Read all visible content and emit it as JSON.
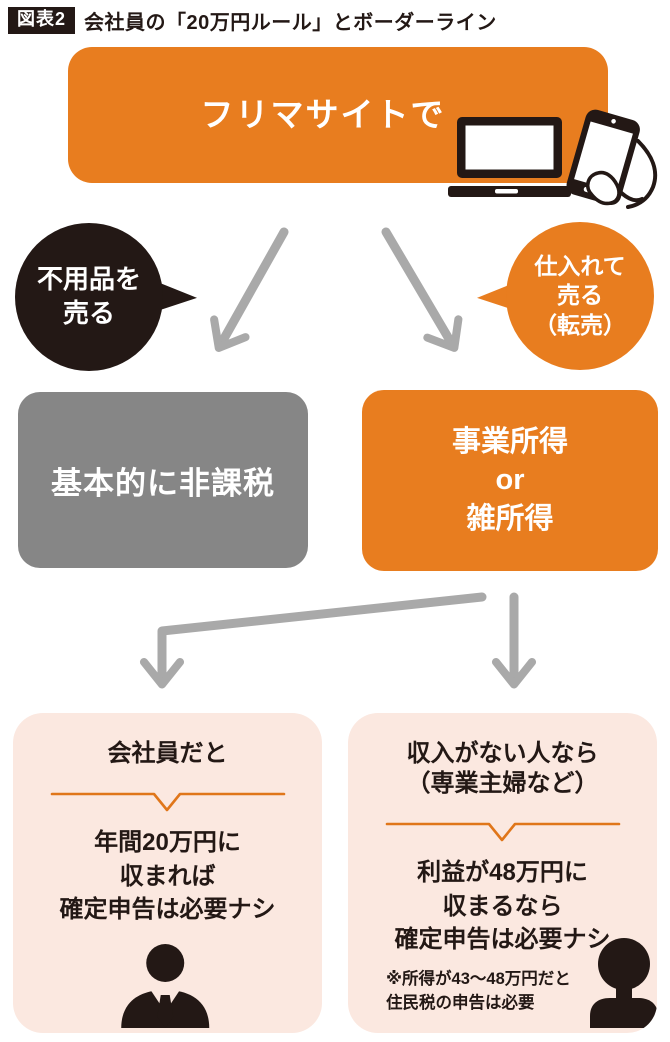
{
  "header": {
    "figure_label": "図表2",
    "title": "会社員の「20万円ルール」とボーダーライン"
  },
  "source": {
    "label": "フリマサイトで",
    "icons": [
      "laptop-icon",
      "smartphone-in-hand-icon"
    ]
  },
  "branches": {
    "left": {
      "bubble_label": "不用品を\n売る",
      "result_label": "基本的に非課税"
    },
    "right": {
      "bubble_label": "仕入れて\n売る\n（転売）",
      "result_label": "事業所得\nor\n雑所得"
    }
  },
  "outcomes": {
    "left": {
      "heading": "会社員だと",
      "body": "年間20万円に\n収まれば\n確定申告は必要ナシ",
      "person_icon": "businessman-icon"
    },
    "right": {
      "heading": "収入がない人なら\n（専業主婦など）",
      "body": "利益が48万円に\n収まるなら\n確定申告は必要ナシ",
      "note": "※所得が43～48万円だと\n住民税の申告は必要",
      "person_icon": "person-icon"
    }
  },
  "colors": {
    "orange": "#e87d1f",
    "orange_line": "#e0761a",
    "pink": "#fbe8e0",
    "gray_box": "#868686",
    "arrow_gray": "#a9a9a9",
    "ink": "#231815"
  }
}
